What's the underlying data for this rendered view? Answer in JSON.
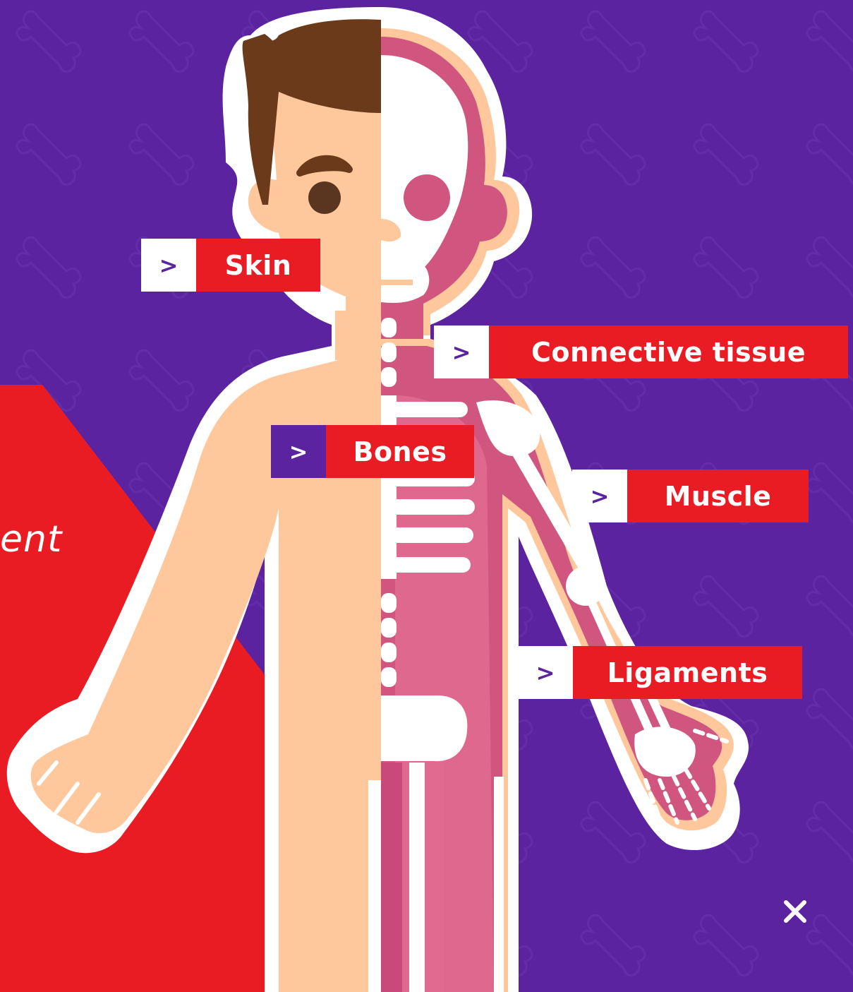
{
  "intro": {
    "partial_text": "ent"
  },
  "hotspots": [
    {
      "arrow": ">",
      "label": "Skin"
    },
    {
      "arrow": ">",
      "label": "Connective tissue"
    },
    {
      "arrow": ">",
      "label": "Bones"
    },
    {
      "arrow": ">",
      "label": "Muscle"
    },
    {
      "arrow": ">",
      "label": "Ligaments"
    }
  ],
  "close": {
    "icon": "close-icon",
    "glyph": "×"
  },
  "colors": {
    "background": "#5b23a0",
    "accent_red": "#e91c24",
    "skin_tone": "#ffc89c",
    "hair": "#6b3a1b",
    "muscle_pink": "#d85887",
    "bone_white": "#ffffff"
  },
  "illustration": {
    "subject": "human-body-anatomy",
    "left_half": "skin",
    "right_half": "skeleton-and-muscle"
  }
}
